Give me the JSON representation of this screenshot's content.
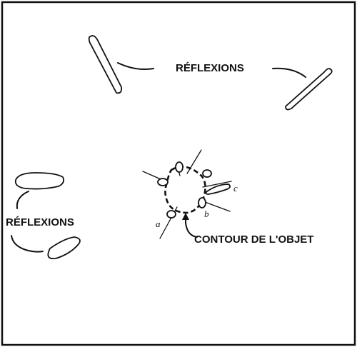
{
  "labels": {
    "reflexions_top": "RÉFLEXIONS",
    "reflexions_left": "RÉFLEXIONS",
    "contour": "CONTOUR DE L'OBJET",
    "marker_a": "a",
    "marker_b": "b",
    "marker_c": "c"
  }
}
